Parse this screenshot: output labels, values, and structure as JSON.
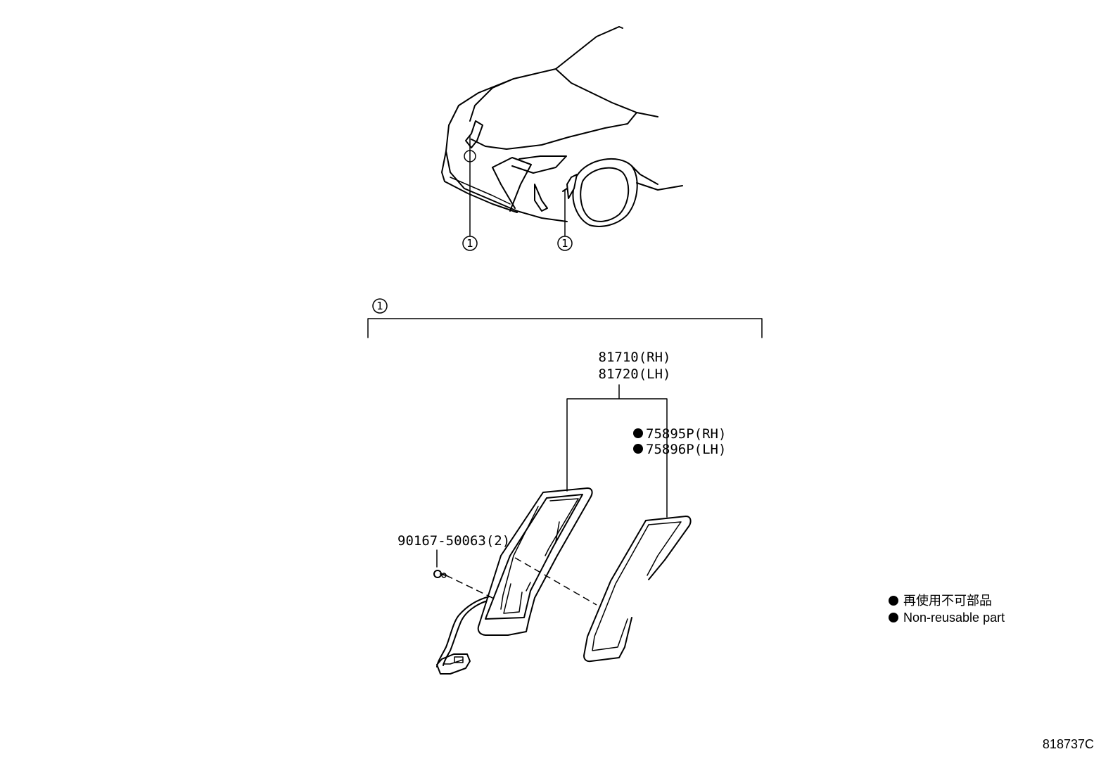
{
  "callouts": {
    "ref_left": "1",
    "ref_right": "1",
    "group_ref": "1"
  },
  "parts": {
    "lamp_rh": "81710(RH)",
    "lamp_lh": "81720(LH)",
    "gasket_rh": "75895P(RH)",
    "gasket_lh": "75896P(LH)",
    "screw": "90167-50063(2)"
  },
  "legend": {
    "jp": "再使用不可部品",
    "en": "Non-reusable part"
  },
  "figure_id": "818737C"
}
